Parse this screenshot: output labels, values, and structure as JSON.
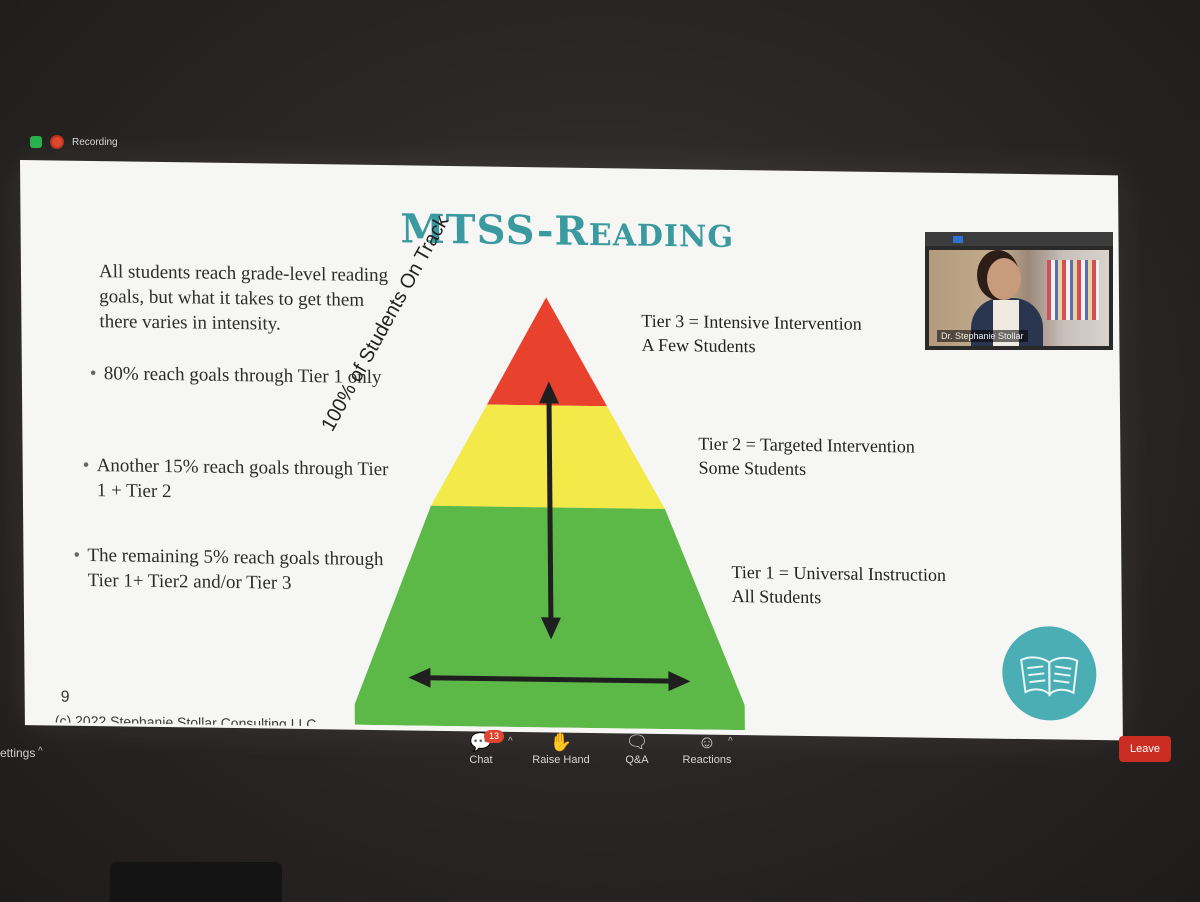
{
  "top_bar": {
    "recording_label": "Recording"
  },
  "slide": {
    "title_main": "MTSS-R",
    "title_small": "EADING",
    "intro": "All students reach grade-level reading goals, but what it takes to get them there varies in intensity.",
    "bullets": [
      "80% reach goals through Tier 1 only",
      "Another 15% reach goals through Tier 1 + Tier 2",
      "The remaining 5% reach goals through Tier 1+ Tier2 and/or Tier 3"
    ],
    "vertical_label": "100% of Students On Track",
    "tiers": [
      {
        "line1": "Tier 3 = Intensive Intervention",
        "line2": "A Few Students"
      },
      {
        "line1": "Tier 2 = Targeted Intervention",
        "line2": "Some Students"
      },
      {
        "line1": "Tier 1 = Universal Instruction",
        "line2": "All Students"
      }
    ],
    "page_number": "9",
    "copyright": "(c) 2022 Stephanie Stollar Consulting LLC",
    "colors": {
      "tier3": "#e8412d",
      "tier2": "#f3e948",
      "tier1": "#5cb847",
      "title": "#3a9a9f",
      "logo": "#4aaeb4"
    }
  },
  "video": {
    "name": "Dr. Stephanie Stollar"
  },
  "toolbar": {
    "settings": "ettings",
    "chat": "Chat",
    "chat_badge": "13",
    "raise_hand": "Raise Hand",
    "qa": "Q&A",
    "reactions": "Reactions",
    "leave": "Leave"
  }
}
